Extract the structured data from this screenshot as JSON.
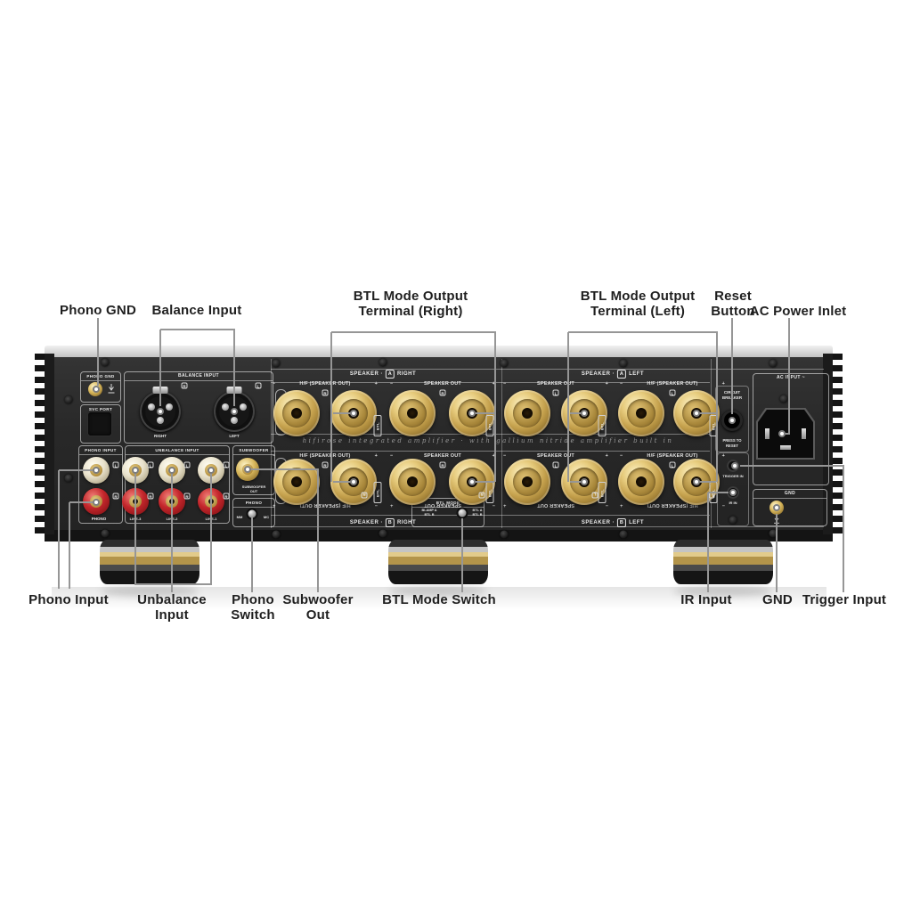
{
  "callouts": {
    "top": [
      {
        "label": "Phono GND"
      },
      {
        "label": "Balance Input"
      },
      {
        "label": "BTL Mode Output",
        "label2": "Terminal (Right)"
      },
      {
        "label": "BTL Mode Output",
        "label2": "Terminal (Left)"
      },
      {
        "label": "Reset",
        "label2": "Button"
      },
      {
        "label": "AC Power Inlet"
      }
    ],
    "bottom": [
      {
        "label": "Phono Input"
      },
      {
        "label": "Unbalance",
        "label2": "Input"
      },
      {
        "label": "Phono",
        "label2": "Switch"
      },
      {
        "label": "Subwoofer",
        "label2": "Out"
      },
      {
        "label": "BTL Mode Switch"
      },
      {
        "label": "IR Input"
      },
      {
        "label": "GND"
      },
      {
        "label": "Trigger Input"
      }
    ]
  },
  "panel": {
    "phono_gnd": {
      "title": "PHONO GND"
    },
    "svc_port": {
      "title": "SVC PORT"
    },
    "balance": {
      "title": "BALANCE INPUT",
      "right": "RIGHT",
      "left": "LEFT",
      "right_badge": "R",
      "left_badge": "L"
    },
    "phono_input": {
      "title": "PHONO INPUT",
      "jack_label": "PHONO",
      "badge_top": "L",
      "badge_bottom": "R"
    },
    "unbalance": {
      "title": "UNBALANCE INPUT",
      "lines": [
        "LINE-3",
        "LINE-2",
        "LINE-1"
      ],
      "badge_top": "L",
      "badge_bottom": "R"
    },
    "subwoofer": {
      "title": "SUBWOOFER",
      "jack_label1": "SUBWOOFER",
      "jack_label2": "OUT"
    },
    "phono_sw": {
      "title": "PHONO",
      "left": "MM",
      "right": "MC"
    },
    "speakers": {
      "tab_a": "SPEAKER · A",
      "tab_b": "SPEAKER · B",
      "btl_badge": "BTL",
      "script_text": "hifirose integrated amplifier · with gallium nitride amplifier built in",
      "terminals_text": {
        "hf": {
          "minus": "−",
          "text": "H/F (SPEAKER OUT)",
          "plus": "+"
        },
        "out": {
          "minus": "−",
          "text": "SPEAKER OUT",
          "plus": "+"
        }
      },
      "groups": [
        {
          "prefix": "SPEAKER ·",
          "letter": "A",
          "side": "RIGHT",
          "terminals": [
            {
              "type": "hf",
              "badge": "R"
            },
            {
              "type": "out",
              "badge": "R"
            }
          ]
        },
        {
          "prefix": "SPEAKER ·",
          "letter": "A",
          "side": "LEFT",
          "terminals": [
            {
              "type": "out",
              "badge": "L"
            },
            {
              "type": "hf",
              "badge": "L"
            }
          ]
        },
        {
          "prefix": "SPEAKER ·",
          "letter": "B",
          "side": "RIGHT",
          "terminals": [
            {
              "type": "hf",
              "badge": "R"
            },
            {
              "type": "out",
              "badge": "R"
            }
          ]
        },
        {
          "prefix": "SPEAKER ·",
          "letter": "B",
          "side": "LEFT",
          "terminals": [
            {
              "type": "out",
              "badge": "L"
            },
            {
              "type": "hf",
              "badge": "L"
            }
          ]
        }
      ]
    },
    "btl_mode": {
      "title": "BTL MODE",
      "left_line1": "BI-AMP A",
      "left_line2": "BTL B",
      "right_line1": "BTL A",
      "right_line2": "BTL B"
    },
    "breaker": {
      "line1": "CIRCUIT",
      "line2": "BREAKER",
      "press1": "PRESS TO",
      "press2": "RESET"
    },
    "ac": {
      "title": "AC INPUT ~"
    },
    "trigger": {
      "label": "TRIGGER IN"
    },
    "ir": {
      "label": "IR IN"
    },
    "gnd": {
      "title": "GND"
    }
  },
  "colors": {
    "panel": "#2b2b2b",
    "gold": "#c39f4b",
    "red_jack": "#b32025",
    "cream_jack": "#e9e2cc",
    "callout_line": "#969696",
    "label_text": "#1f1f1f",
    "panel_text": "#e6e6e6",
    "brass_foot": "#b3944a"
  }
}
